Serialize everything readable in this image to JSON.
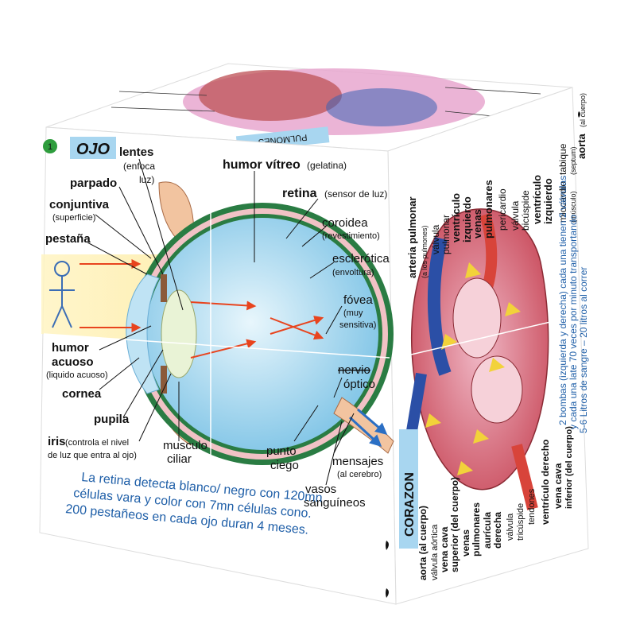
{
  "face_number": "1",
  "eye_face": {
    "title": "OJO",
    "labels": {
      "lentes": "lentes",
      "lentes_note_1": "(enfoca",
      "lentes_note_2": "luz)",
      "parpado": "parpado",
      "conjuntiva": "conjuntiva",
      "conjuntiva_note": "(superficie)",
      "pestana": "pestaña",
      "humor_vitreo": "humor vítreo",
      "humor_vitreo_note": "(gelatina)",
      "retina": "retina",
      "retina_note": "(sensor de luz)",
      "coroidea": "coroidea",
      "coroidea_note": "(revestimiento)",
      "esclerotica": "esclerótica",
      "esclerotica_note": "(envoltura)",
      "fovea": "fóvea",
      "fovea_note_1": "(muy",
      "fovea_note_2": "sensitiva)",
      "nervio": "nervio",
      "optico": "óptico",
      "humor_acuoso_1": "humor",
      "humor_acuoso_2": "acuoso",
      "humor_acuoso_note": "(liquido acuoso)",
      "cornea": "cornea",
      "pupila": "pupila",
      "iris": "iris",
      "iris_note_1": "(controla el nivel",
      "iris_note_2": "de luz que entra al ojo)",
      "musculo_1": "musculo",
      "musculo_2": "ciliar",
      "punto_1": "punto",
      "punto_2": "ciego",
      "mensajes": "mensajes",
      "mensajes_note": "(al cerebro)",
      "vasos_1": "vasos",
      "vasos_2": "sanguíneos"
    },
    "facts": [
      "La retina detecta blanco/ negro con 120mn",
      "células vara y color con 7mn células cono.",
      "200 pestañeos en cada ojo duran 4 meses."
    ]
  },
  "heart_face": {
    "title": "CORAZON",
    "labels_top": [
      "arteria pulmonar",
      "(a los pulmones)",
      "válvula",
      "pulmonar",
      "ventrículo",
      "izquierdo",
      "venas",
      "pulmonares",
      "pericardio",
      "válvula",
      "bicúspide",
      "ventrículo",
      "izquierdo",
      "miocardio",
      "(músculo)",
      "tabique",
      "(septum)",
      "aorta",
      "(al cuerpo)"
    ],
    "labels_bottom": [
      "aorta (al cuerpo)",
      "válvula aórtica",
      "vena cava",
      "superior (del cuerpo)",
      "venas",
      "pulmonares",
      "aurícula",
      "derecha",
      "válvula",
      "tricúspide",
      "tendones",
      "ventrículo derecho",
      "vena cava",
      "inferior (del cuerpo)"
    ],
    "facts": [
      "2 bombas (izquierda y derecha) cada una tienen 2 válvulas",
      "y cada una late 70 veces por minuto transportando",
      "5-6 Litros de sangre – 20 litros al correr"
    ]
  },
  "top_face": {
    "title": "PULMONES"
  },
  "colors": {
    "eye_blue": "#bfe3f4",
    "eye_outline": "#2a7c43",
    "title_box": "#a8d6f0",
    "fact_text": "#1f5fa8",
    "heart_red": "#d8443a",
    "heart_pink": "#e89aa8",
    "vein_blue": "#2b4fa6",
    "lung_pink": "#e7a7cf"
  }
}
